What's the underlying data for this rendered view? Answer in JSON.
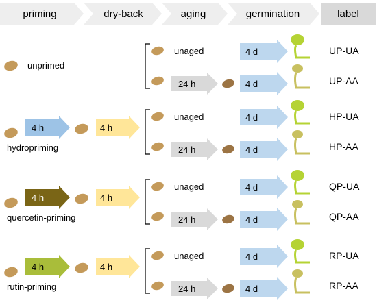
{
  "header": {
    "stages": [
      "priming",
      "dry-back",
      "aging",
      "germination"
    ],
    "label_header": "label"
  },
  "colors": {
    "header_chevron": "#eeeeee",
    "label_box": "#d9d9d9",
    "seed": "#c49a5a",
    "seed_dark": "#9c7444",
    "hydro_arrow": "#9dc3e6",
    "quercetin_arrow": "#7a6516",
    "rutin_arrow": "#a9bd3a",
    "dryback_arrow": "#ffe699",
    "aging_arrow": "#d9d9d9",
    "germ_arrow": "#bdd7ee",
    "sprout_green": "#b5d334",
    "sprout_aged": "#c8c060",
    "bracket": "#000000"
  },
  "groups": [
    {
      "treatment": "unprimed",
      "priming_duration": null,
      "dryback_duration": null,
      "rows": [
        {
          "aging": "unaged",
          "germination": "4 d",
          "label": "UP-UA"
        },
        {
          "aging": "24 h",
          "germination": "4 d",
          "label": "UP-AA"
        }
      ]
    },
    {
      "treatment": "hydropriming",
      "priming_duration": "4 h",
      "dryback_duration": "4 h",
      "arrow_color_key": "hydro_arrow",
      "rows": [
        {
          "aging": "unaged",
          "germination": "4 d",
          "label": "HP-UA"
        },
        {
          "aging": "24 h",
          "germination": "4 d",
          "label": "HP-AA"
        }
      ]
    },
    {
      "treatment": "quercetin-priming",
      "priming_duration": "4 h",
      "dryback_duration": "4 h",
      "arrow_color_key": "quercetin_arrow",
      "rows": [
        {
          "aging": "unaged",
          "germination": "4 d",
          "label": "QP-UA"
        },
        {
          "aging": "24 h",
          "germination": "4 d",
          "label": "QP-AA"
        }
      ]
    },
    {
      "treatment": "rutin-priming",
      "priming_duration": "4 h",
      "dryback_duration": "4 h",
      "arrow_color_key": "rutin_arrow",
      "rows": [
        {
          "aging": "unaged",
          "germination": "4 d",
          "label": "RP-UA"
        },
        {
          "aging": "24 h",
          "germination": "4 d",
          "label": "RP-AA"
        }
      ]
    }
  ]
}
